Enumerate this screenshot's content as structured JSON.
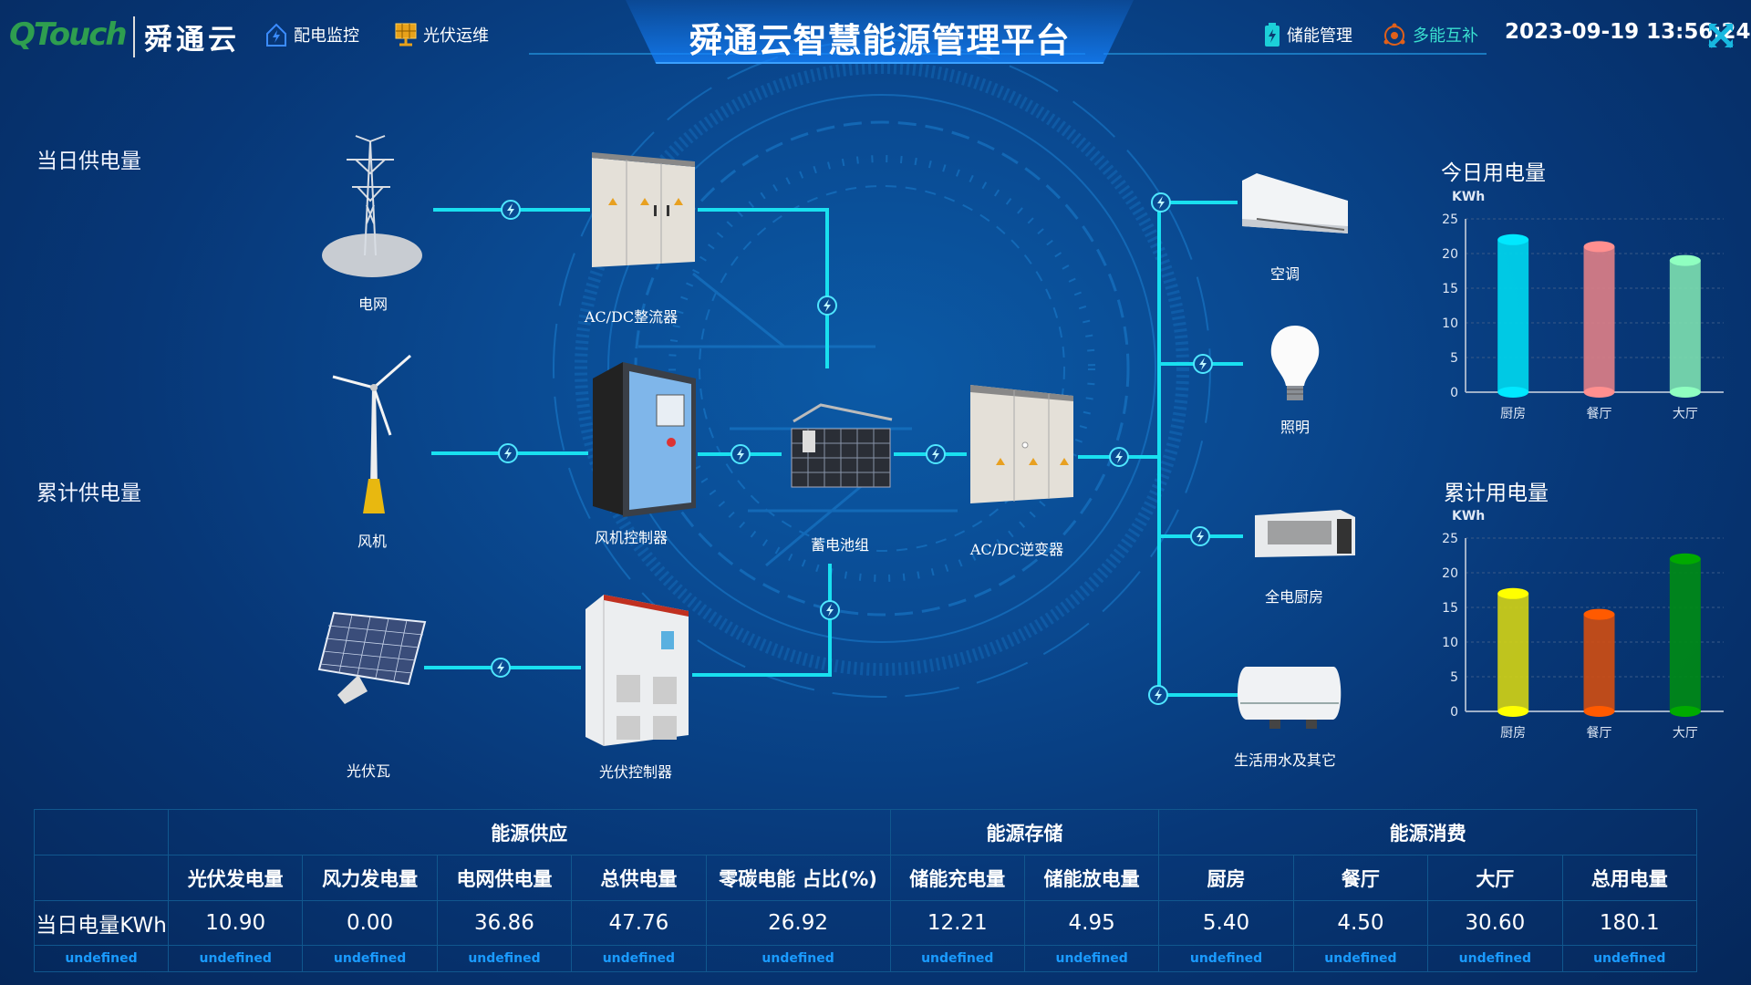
{
  "header": {
    "logo": "QTouch",
    "brand": "舜通云",
    "title": "舜通云智慧能源管理平台",
    "nav_left": [
      {
        "label": "配电监控",
        "icon": "house-bolt-icon"
      },
      {
        "label": "光伏运维",
        "icon": "solar-panel-icon"
      }
    ],
    "nav_right": [
      {
        "label": "储能管理",
        "icon": "battery-icon"
      },
      {
        "label": "多能互补",
        "icon": "orbit-icon"
      }
    ],
    "datetime": "2023-09-19 13:56:24",
    "fullscreen_icon": "expand-icon"
  },
  "left": {
    "daily_supply": "当日供电量",
    "total_supply": "累计供电量"
  },
  "diagram": {
    "grid": "电网",
    "rectifier": "AC/DC整流器",
    "wind": "风机",
    "wind_controller": "风机控制器",
    "battery": "蓄电池组",
    "inverter": "AC/DC逆变器",
    "pv": "光伏瓦",
    "pv_controller": "光伏控制器",
    "ac": "空调",
    "lighting": "照明",
    "kitchen": "全电厨房",
    "water": "生活用水及其它"
  },
  "chart_data": [
    {
      "type": "bar",
      "title": "今日用电量",
      "ylabel": "KWh",
      "categories": [
        "厨房",
        "餐厅",
        "大厅"
      ],
      "values": [
        22,
        21,
        19
      ],
      "ylim": [
        0,
        25
      ],
      "yticks": [
        0,
        5,
        10,
        15,
        20,
        25
      ],
      "colors": [
        "#00d8f0",
        "#e07f86",
        "#7de0b0"
      ],
      "cap_colors": [
        "#00e8ff",
        "#ff8f8f",
        "#8fffc0"
      ],
      "grid": true
    },
    {
      "type": "bar",
      "title": "累计用电量",
      "ylabel": "KWh",
      "categories": [
        "厨房",
        "餐厅",
        "大厅"
      ],
      "values": [
        17,
        14,
        22
      ],
      "ylim": [
        0,
        25
      ],
      "yticks": [
        0,
        5,
        10,
        15,
        20,
        25
      ],
      "colors": [
        "#d4d414",
        "#d24e12",
        "#008c14"
      ],
      "cap_colors": [
        "#ffff00",
        "#ff5a00",
        "#00aa00"
      ],
      "grid": true
    }
  ],
  "table": {
    "groups": [
      "能源供应",
      "能源存储",
      "能源消费"
    ],
    "columns": [
      "光伏发电量",
      "风力发电量",
      "电网供电量",
      "总供电量",
      "零碳电能 占比(%)",
      "储能充电量",
      "储能放电量",
      "厨房",
      "餐厅",
      "大厅",
      "总用电量"
    ],
    "row_label": "当日电量KWh",
    "values": [
      "10.90",
      "0.00",
      "36.86",
      "47.76",
      "26.92",
      "12.21",
      "4.95",
      "5.40",
      "4.50",
      "30.60",
      "180.1"
    ],
    "footer": [
      "undefined",
      "undefined",
      "undefined",
      "undefined",
      "undefined",
      "undefined",
      "undefined",
      "undefined",
      "undefined",
      "undefined",
      "undefined",
      "undefined"
    ]
  }
}
